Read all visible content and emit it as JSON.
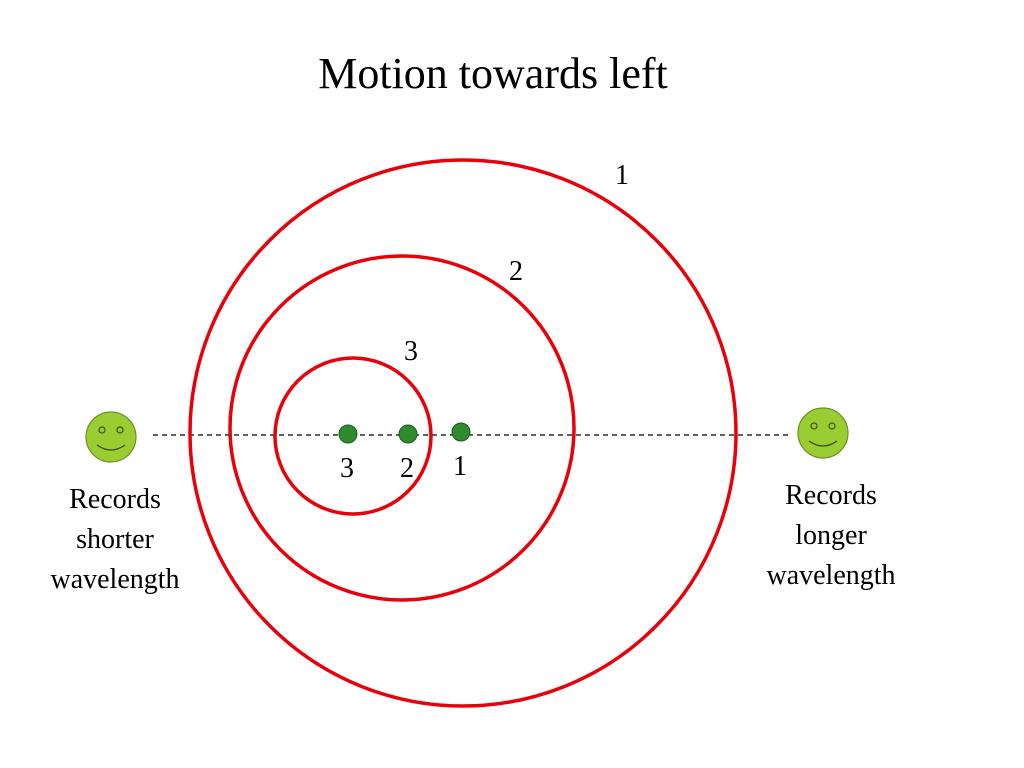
{
  "slide": {
    "title": "Motion towards left"
  },
  "colors": {
    "wavefront": "#e8000b",
    "source": "#2e8b2e",
    "observer_face": "#9acd32",
    "dashed_line": "#000000"
  },
  "wavefronts": [
    {
      "label": "1"
    },
    {
      "label": "2"
    },
    {
      "label": "3"
    }
  ],
  "sources": [
    {
      "label": "3"
    },
    {
      "label": "2"
    },
    {
      "label": "1"
    }
  ],
  "observers": {
    "left": {
      "icon": "smiley-face-icon",
      "caption_lines": [
        "Records",
        "shorter",
        "wavelength"
      ]
    },
    "right": {
      "icon": "smiley-face-icon",
      "caption_lines": [
        "Records",
        "longer",
        "wavelength"
      ]
    }
  }
}
